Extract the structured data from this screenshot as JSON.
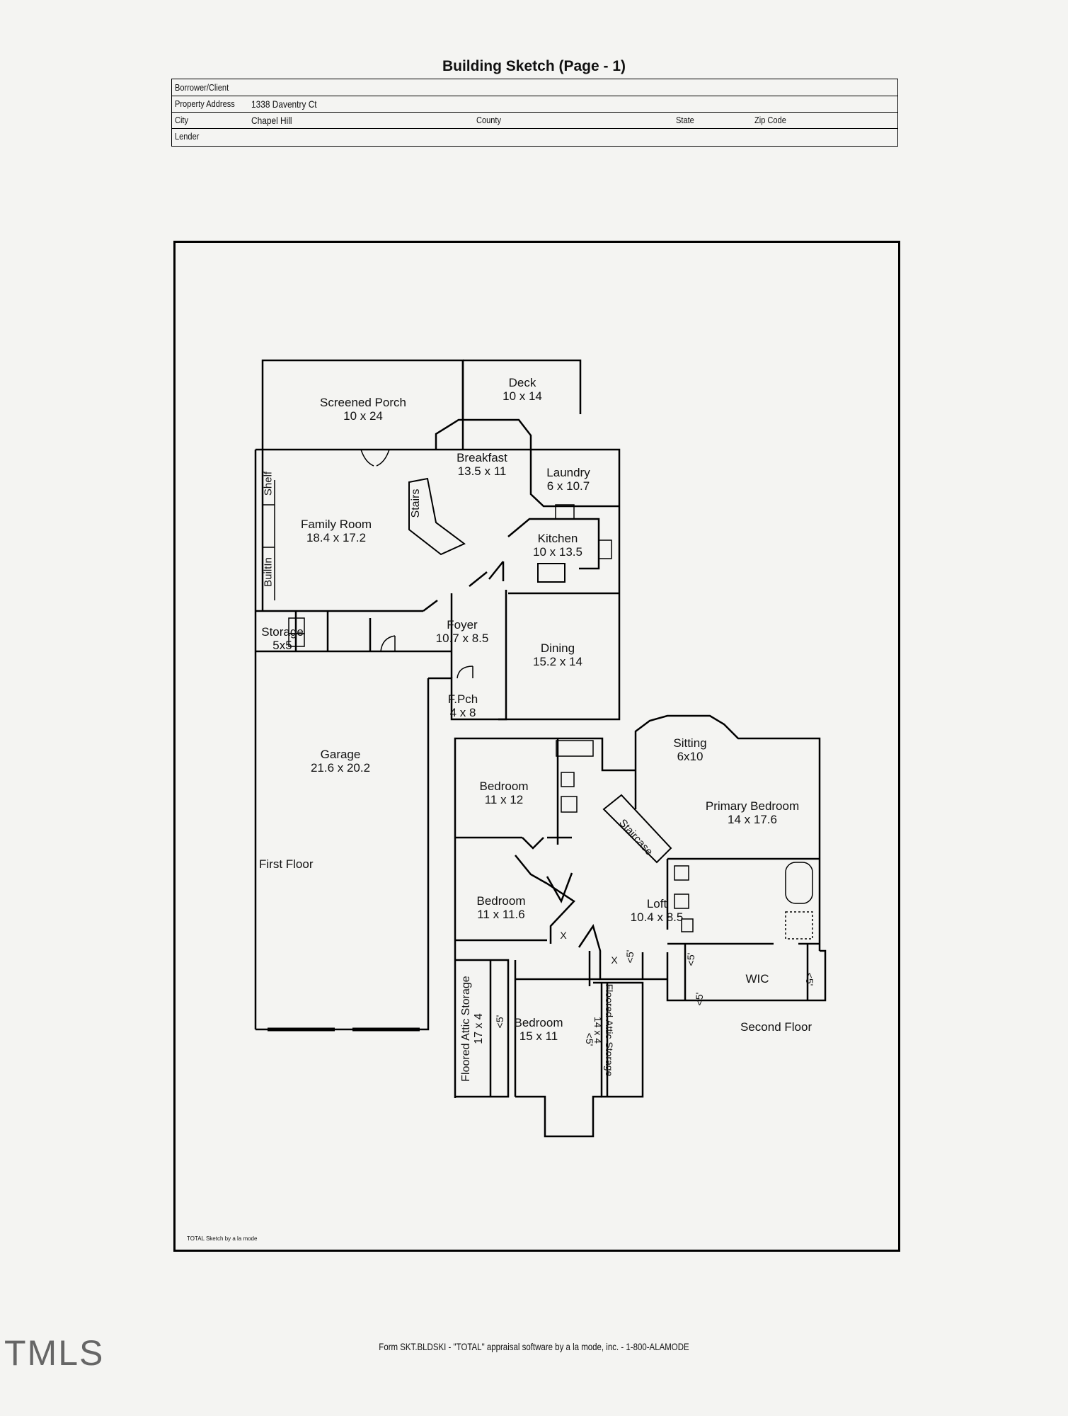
{
  "header": {
    "title": "Building Sketch (Page - 1)"
  },
  "info": {
    "borrower_label": "Borrower/Client",
    "borrower_value": "",
    "address_label": "Property Address",
    "address_value": "1338 Daventry Ct",
    "city_label": "City",
    "city_value": "Chapel Hill",
    "county_label": "County",
    "state_label": "State",
    "zip_label": "Zip Code",
    "lender_label": "Lender"
  },
  "rooms": {
    "screened_porch": {
      "name": "Screened Porch",
      "size": "10 x 24"
    },
    "deck": {
      "name": "Deck",
      "size": "10 x 14"
    },
    "breakfast": {
      "name": "Breakfast",
      "size": "13.5 x 11"
    },
    "laundry": {
      "name": "Laundry",
      "size": "6 x 10.7"
    },
    "family_room": {
      "name": "Family Room",
      "size": "18.4 x 17.2"
    },
    "kitchen": {
      "name": "Kitchen",
      "size": "10 x 13.5"
    },
    "storage": {
      "name": "Storage",
      "size": "5x5"
    },
    "foyer": {
      "name": "Foyer",
      "size": "10.7 x 8.5"
    },
    "dining": {
      "name": "Dining",
      "size": "15.2 x 14"
    },
    "front_porch": {
      "name": "F.Pch",
      "size": "4 x 8"
    },
    "garage": {
      "name": "Garage",
      "size": "21.6 x 20.2"
    },
    "sitting": {
      "name": "Sitting",
      "size": "6x10"
    },
    "bedroom1": {
      "name": "Bedroom",
      "size": "11 x 12"
    },
    "primary_bedroom": {
      "name": "Primary Bedroom",
      "size": "14 x 17.6"
    },
    "bedroom2": {
      "name": "Bedroom",
      "size": "11 x 11.6"
    },
    "loft": {
      "name": "Loft",
      "size": "10.4 x 8.5"
    },
    "wic": {
      "name": "WIC"
    },
    "bedroom3": {
      "name": "Bedroom",
      "size": "15 x 11"
    },
    "attic_left": {
      "name": "Floored Attic Storage",
      "size": "17 x 4"
    },
    "attic_right": {
      "name": "Floored Attic Storage",
      "size": "14 x 4"
    }
  },
  "labels": {
    "stairs": "Stairs",
    "staircase": "Staircase",
    "shelf": "Shelf",
    "builtin": "BuiltIn",
    "first_floor": "First Floor",
    "second_floor": "Second Floor",
    "low_ceiling": "<5'",
    "x_mark": "X"
  },
  "credit": "TOTAL Sketch by a la mode",
  "footer": "Form SKT.BLDSKI - \"TOTAL\" appraisal software by a la mode, inc. - 1-800-ALAMODE",
  "watermark": "TMLS"
}
